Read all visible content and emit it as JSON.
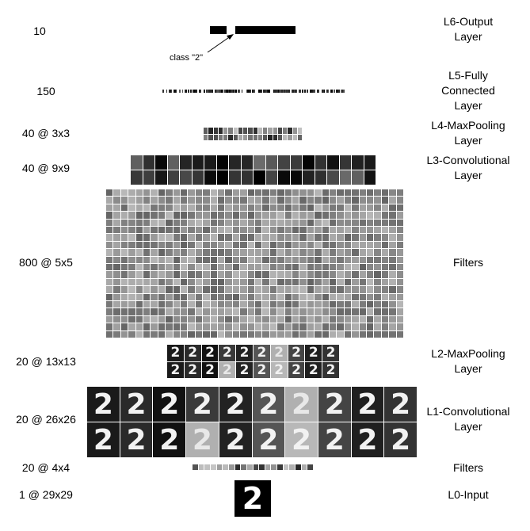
{
  "layers": [
    {
      "id": "l6",
      "size": "10",
      "name": "L6-Output\nLayer"
    },
    {
      "id": "l5",
      "size": "150",
      "name": "L5-Fully\nConnected\nLayer"
    },
    {
      "id": "l4",
      "size": "40 @ 3x3",
      "name": "L4-MaxPooling\nLayer"
    },
    {
      "id": "l3",
      "size": "40 @ 9x9",
      "name": "L3-Convolutional\nLayer"
    },
    {
      "id": "f2",
      "size": "800 @ 5x5",
      "name": "Filters"
    },
    {
      "id": "l2",
      "size": "20 @ 13x13",
      "name": "L2-MaxPooling\nLayer"
    },
    {
      "id": "l1",
      "size": "20 @ 26x26",
      "name": "L1-Convolutional\nLayer"
    },
    {
      "id": "f1",
      "size": "20 @ 4x4",
      "name": "Filters"
    },
    {
      "id": "l0",
      "size": "1 @ 29x29",
      "name": "L0-Input"
    }
  ],
  "annotation": "class \"2\"",
  "digit_glyph": "2",
  "colors": {
    "ink": "#000000",
    "filter_bg": "#8a8a8a",
    "background": "#ffffff"
  }
}
